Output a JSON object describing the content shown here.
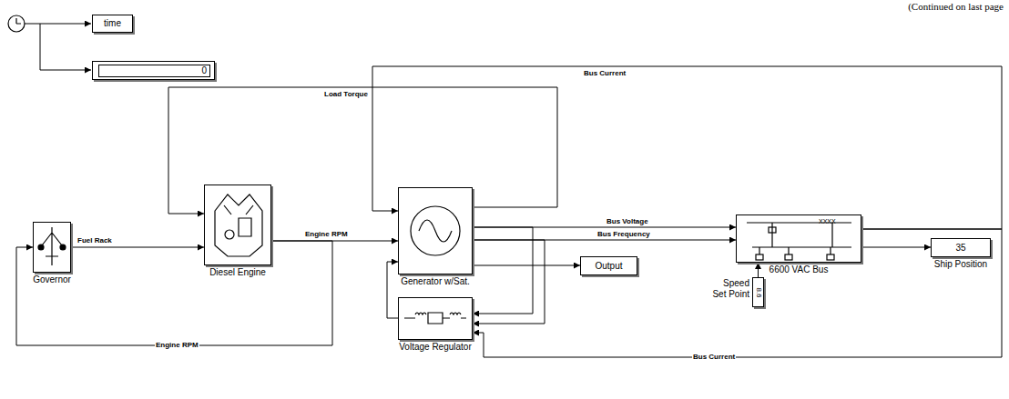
{
  "diagram": {
    "nodes": [
      {
        "text": [
          "time"
        ]
      },
      {
        "text": [
          "0"
        ]
      },
      {
        "text": [
          "Governor"
        ]
      },
      {
        "text": [
          "Diesel Engine"
        ]
      },
      {
        "text": [
          "Generator w/Sat."
        ]
      },
      {
        "text": [
          "Voltage Regulator"
        ]
      },
      {
        "text": [
          "Output"
        ]
      },
      {
        "text": [
          "XXXX",
          "6600 VAC Bus"
        ]
      },
      {
        "text": [
          "8.6",
          "Speed Set Point"
        ]
      },
      {
        "text": [
          "35",
          "Ship Position"
        ]
      }
    ],
    "edges": [
      {
        "from": 2,
        "to": 3,
        "arrow": "to",
        "label": "Fuel Rack"
      },
      {
        "from": 3,
        "to": 4,
        "arrow": "to",
        "label": "Engine RPM"
      },
      {
        "from": 3,
        "to": 2,
        "arrow": "to",
        "label": "Engine RPM"
      },
      {
        "from": 4,
        "to": 3,
        "arrow": "to",
        "label": "Load Torque"
      },
      {
        "from": 7,
        "to": 4,
        "arrow": "to",
        "label": "Bus Current"
      },
      {
        "from": 4,
        "to": 7,
        "arrow": "to",
        "label": "Bus Voltage"
      },
      {
        "from": 4,
        "to": 7,
        "arrow": "to",
        "label": "Bus Frequency"
      },
      {
        "from": 4,
        "to": 6,
        "arrow": "to"
      },
      {
        "from": 4,
        "to": 5,
        "arrow": "to"
      },
      {
        "from": 4,
        "to": 5,
        "arrow": "to"
      },
      {
        "from": 5,
        "to": 4,
        "arrow": "to"
      },
      {
        "from": 8,
        "to": 7,
        "arrow": "to"
      },
      {
        "from": 7,
        "to": 9,
        "arrow": "to"
      },
      {
        "from": 7,
        "to": 5,
        "arrow": "to",
        "label": "Bus Current"
      }
    ],
    "labels": [
      "(Continued on last page"
    ]
  }
}
